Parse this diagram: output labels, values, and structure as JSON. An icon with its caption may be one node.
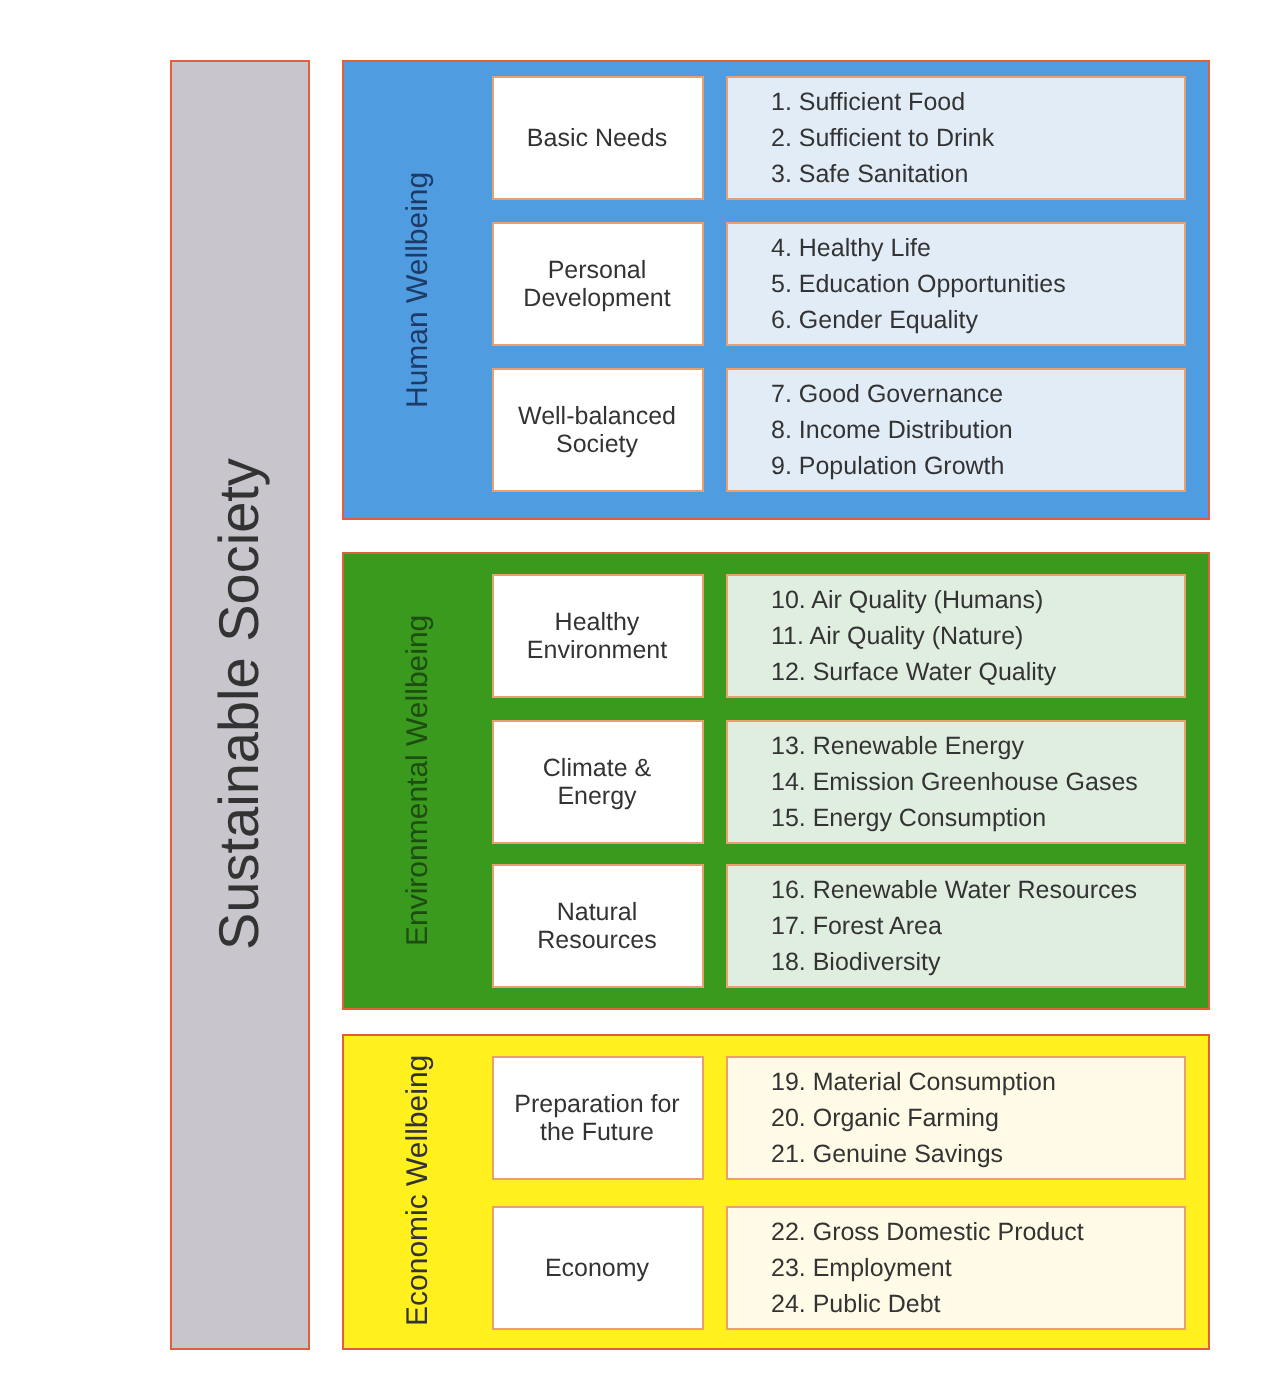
{
  "diagram": {
    "nodes": [
      {
        "text": [
          "Sustainable Society"
        ]
      },
      {
        "text": [
          "Human Wellbeing"
        ]
      },
      {
        "text": [
          "Basic Needs"
        ],
        "in": 1
      },
      {
        "text": [
          "1. Sufficient Food",
          "2. Sufficient to Drink",
          "3. Safe Sanitation"
        ],
        "in": 1
      },
      {
        "text": [
          "Personal Development"
        ],
        "in": 1
      },
      {
        "text": [
          "4. Healthy Life",
          "5. Education Opportunities",
          "6. Gender Equality"
        ],
        "in": 1
      },
      {
        "text": [
          "Well-balanced Society"
        ],
        "in": 1
      },
      {
        "text": [
          "7. Good Governance",
          "8. Income Distribution",
          "9. Population Growth"
        ],
        "in": 1
      },
      {
        "text": [
          "Environmental Wellbeing"
        ]
      },
      {
        "text": [
          "Healthy Environment"
        ],
        "in": 8
      },
      {
        "text": [
          "10. Air Quality (Humans)",
          "11. Air Quality (Nature)",
          "12. Surface Water Quality"
        ],
        "in": 8
      },
      {
        "text": [
          "Climate & Energy"
        ],
        "in": 8
      },
      {
        "text": [
          "13. Renewable Energy",
          "14. Emission Greenhouse Gases",
          "15. Energy Consumption"
        ],
        "in": 8
      },
      {
        "text": [
          "Natural Resources"
        ],
        "in": 8
      },
      {
        "text": [
          "16. Renewable Water Resources",
          "17. Forest Area",
          "18. Biodiversity"
        ],
        "in": 8
      },
      {
        "text": [
          "Economic Wellbeing"
        ]
      },
      {
        "text": [
          "Preparation for the Future"
        ],
        "in": 15
      },
      {
        "text": [
          "19. Material Consumption",
          "20. Organic Farming",
          "21. Genuine Savings"
        ],
        "in": 15
      },
      {
        "text": [
          "Economy"
        ],
        "in": 15
      },
      {
        "text": [
          "22. Gross Domestic Product",
          "23. Employment",
          "24. Public Debt"
        ],
        "in": 15
      }
    ],
    "edges": []
  }
}
